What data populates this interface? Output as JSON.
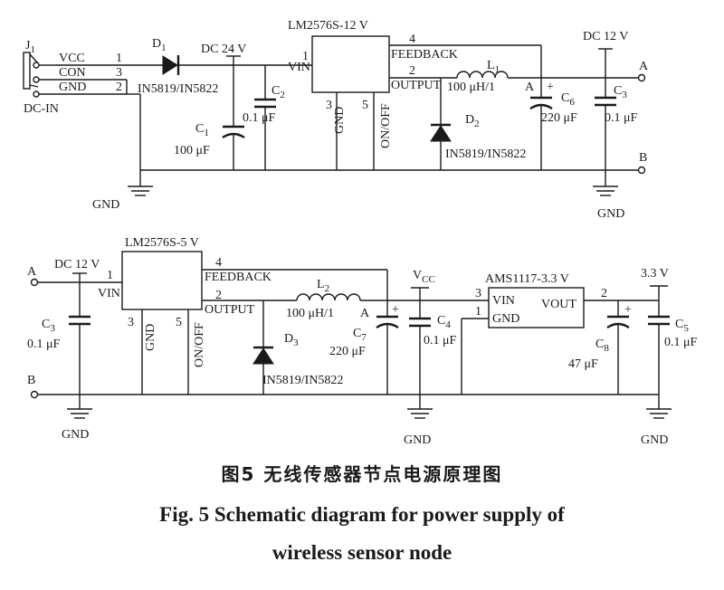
{
  "top_circuit": {
    "connector": {
      "ref": "J",
      "ref_sub": "1",
      "pins": [
        "VCC",
        "CON",
        "GND"
      ],
      "pin_numbers": [
        "1",
        "3",
        "2"
      ],
      "label": "DC-IN"
    },
    "d1": {
      "ref": "D",
      "ref_sub": "1",
      "part": "IN5819/IN5822"
    },
    "dc_label": "DC  24  V",
    "c1": {
      "ref": "C",
      "ref_sub": "1",
      "value": "100  μF"
    },
    "c2": {
      "ref": "C",
      "ref_sub": "2",
      "value": "0.1  μF"
    },
    "regulator": {
      "name": "LM2576S-12  V",
      "pin_vin": "VIN",
      "pin1": "1",
      "pin_feedback": "FEEDBACK",
      "pin4": "4",
      "pin_output": "OUTPUT",
      "pin2": "2",
      "pin_gnd": "GND",
      "pin3": "3",
      "pin_onoff": "ON/OFF",
      "pin5": "5"
    },
    "l1": {
      "ref": "L",
      "ref_sub": "1",
      "value": "100  μH/1"
    },
    "d2": {
      "ref": "D",
      "ref_sub": "2",
      "part": "IN5819/IN5822"
    },
    "c6": {
      "ref": "C",
      "ref_sub": "6",
      "value": "220  μF",
      "node": "A",
      "plus": "+"
    },
    "dc_out": "DC  12  V",
    "c3": {
      "ref": "C",
      "ref_sub": "3",
      "value": "0.1  μF"
    },
    "terminal_a": "A",
    "terminal_b": "B",
    "gnd_left": "GND",
    "gnd_right": "GND"
  },
  "bottom_circuit": {
    "terminal_a": "A",
    "terminal_b": "B",
    "dc_label": "DC  12  V",
    "c3": {
      "ref": "C",
      "ref_sub": "3",
      "value": "0.1  μF"
    },
    "regulator": {
      "name": "LM2576S-5  V",
      "pin_vin": "VIN",
      "pin1": "1",
      "pin_feedback": "FEEDBACK",
      "pin4": "4",
      "pin_output": "OUTPUT",
      "pin2": "2",
      "pin_gnd": "GND",
      "pin3": "3",
      "pin_onoff": "ON/OFF",
      "pin5": "5"
    },
    "l2": {
      "ref": "L",
      "ref_sub": "2",
      "value": "100  μH/1"
    },
    "d3": {
      "ref": "D",
      "ref_sub": "3",
      "part": "IN5819/IN5822"
    },
    "c7": {
      "ref": "C",
      "ref_sub": "7",
      "value": "220  μF",
      "node": "A",
      "plus": "+"
    },
    "vcc": {
      "label": "V",
      "sub": "CC"
    },
    "c4": {
      "ref": "C",
      "ref_sub": "4",
      "value": "0.1  μF"
    },
    "ldo": {
      "name": "AMS1117-3.3  V",
      "pin_vin": "VIN",
      "pin3": "3",
      "pin_gnd": "GND",
      "pin1": "1",
      "pin_vout": "VOUT",
      "pin2": "2"
    },
    "c8": {
      "ref": "C",
      "ref_sub": "8",
      "value": "47  μF",
      "plus": "+"
    },
    "c5": {
      "ref": "C",
      "ref_sub": "5",
      "value": "0.1  μF"
    },
    "out_label": "3.3  V",
    "gnd_left": "GND",
    "gnd_mid": "GND",
    "gnd_right": "GND"
  },
  "caption": {
    "cn": "图5  无线传感器节点电源原理图",
    "en_line1": "Fig. 5  Schematic diagram for power supply of",
    "en_line2": "wireless sensor node"
  }
}
